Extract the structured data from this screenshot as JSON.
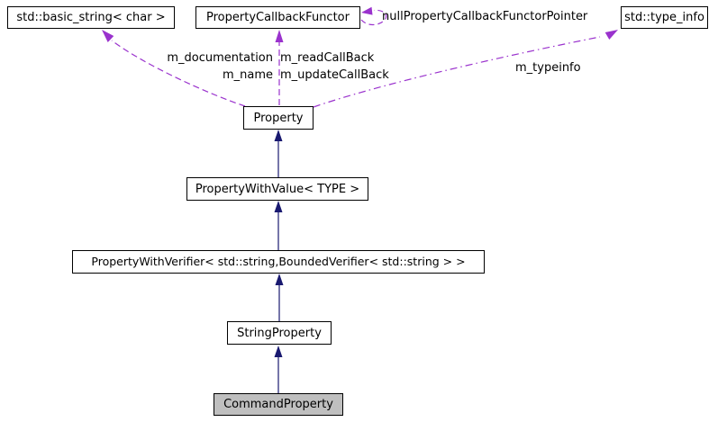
{
  "diagram": {
    "type": "class-collaboration-graph",
    "nodes": {
      "basic_string": {
        "label": "std::basic_string< char >"
      },
      "callback_functor": {
        "label": "PropertyCallbackFunctor"
      },
      "type_info": {
        "label": "std::type_info"
      },
      "property": {
        "label": "Property"
      },
      "property_with_value": {
        "label": "PropertyWithValue< TYPE >"
      },
      "property_with_verifier": {
        "label": "PropertyWithVerifier< std::string,BoundedVerifier< std::string > >"
      },
      "string_property": {
        "label": "StringProperty"
      },
      "command_property": {
        "label": "CommandProperty"
      }
    },
    "edge_labels": {
      "documentation": "m_documentation",
      "name": "m_name",
      "read_callback": "m_readCallBack",
      "update_callback": "m_updateCallBack",
      "null_pointer": "nullPropertyCallbackFunctorPointer",
      "typeinfo": "m_typeinfo"
    },
    "colors": {
      "inheritance_arrow": "#191970",
      "usage_arrow": "#9a32cd",
      "node_border": "#000000",
      "node_fill": "#ffffff",
      "selected_node_fill": "#bfbfbf"
    }
  }
}
